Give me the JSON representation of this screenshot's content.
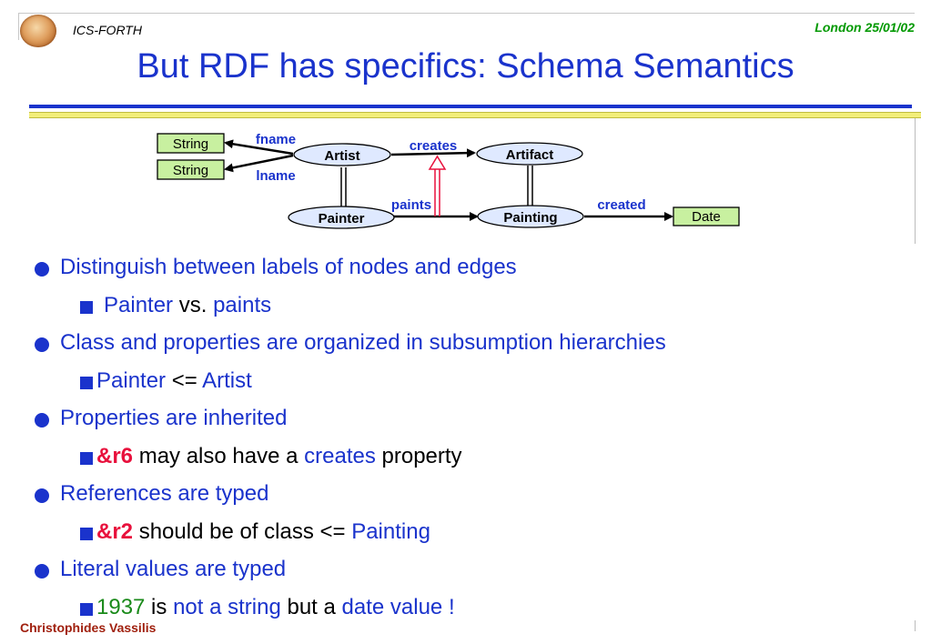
{
  "header": {
    "org": "ICS-FORTH",
    "date": "London 25/01/02",
    "title": "But RDF has specifics: Schema Semantics"
  },
  "diagram": {
    "nodes": {
      "artist": "Artist",
      "artifact": "Artifact",
      "painter": "Painter",
      "painting": "Painting",
      "string1": "String",
      "string2": "String",
      "date": "Date"
    },
    "edges": {
      "fname": "fname",
      "lname": "lname",
      "creates": "creates",
      "paints": "paints",
      "created": "created"
    },
    "colors": {
      "class_fill": "#dfe9ff",
      "literal_fill": "#c8f0a0",
      "edge_label": "#1a33cc",
      "subproperty_arrow": "#e8103c"
    }
  },
  "bullets": [
    {
      "text": "Distinguish between labels of nodes and edges"
    },
    {
      "a": "Painter",
      "b": " vs. ",
      "c": "paints"
    },
    {
      "text": "Class and properties are organized in subsumption hierarchies"
    },
    {
      "a": "Painter",
      "b": " <= ",
      "c": "Artist"
    },
    {
      "text": "Properties are inherited"
    },
    {
      "a": "&r6",
      "b": " may also have a ",
      "c": "creates",
      "d": " property"
    },
    {
      "text": "References are typed"
    },
    {
      "a": "&r2",
      "b": " should be of class <= ",
      "c": "Painting"
    },
    {
      "text": "Literal values are typed"
    },
    {
      "a": "1937",
      "b": " is ",
      "c": "not a string",
      "d": " but a ",
      "e": "date value !"
    }
  ],
  "footer": {
    "author": "Christophides Vassilis"
  }
}
